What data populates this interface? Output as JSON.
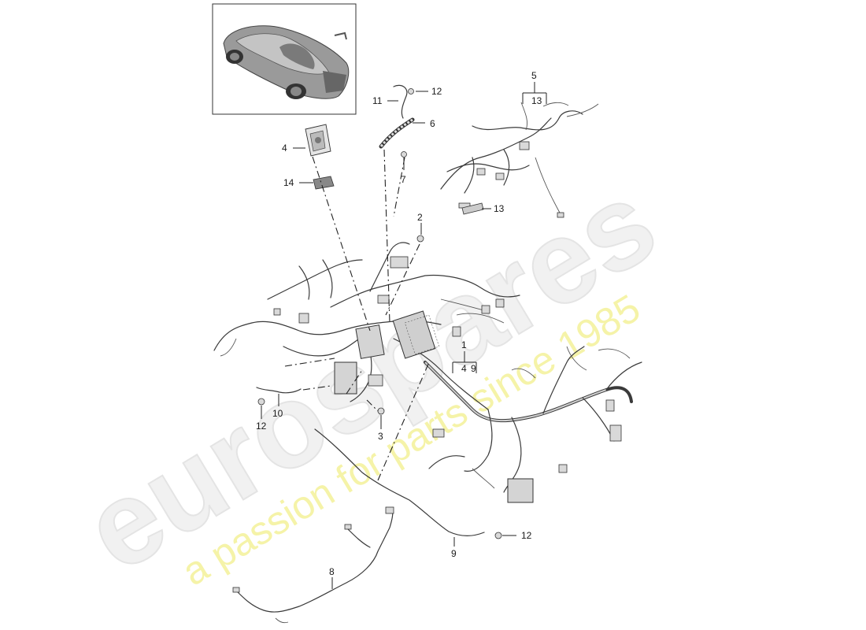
{
  "watermark": {
    "brand": "eurospares",
    "tagline": "a passion for parts since 1985"
  },
  "callouts": {
    "c1": "1",
    "c1_sub_a": "4",
    "c1_sub_b": "9",
    "c2": "2",
    "c3": "3",
    "c4": "4",
    "c5": "5",
    "c5_sub": "13",
    "c6": "6",
    "c7": "7",
    "c8": "8",
    "c9": "9",
    "c10": "10",
    "c11": "11",
    "c12_top": "12",
    "c12_left": "12",
    "c12_bottom": "12",
    "c13": "13",
    "c14": "14"
  },
  "colors": {
    "line": "#222222",
    "watermark_text": "#e4e4e4",
    "watermark_tagline": "#f5f3a8"
  }
}
